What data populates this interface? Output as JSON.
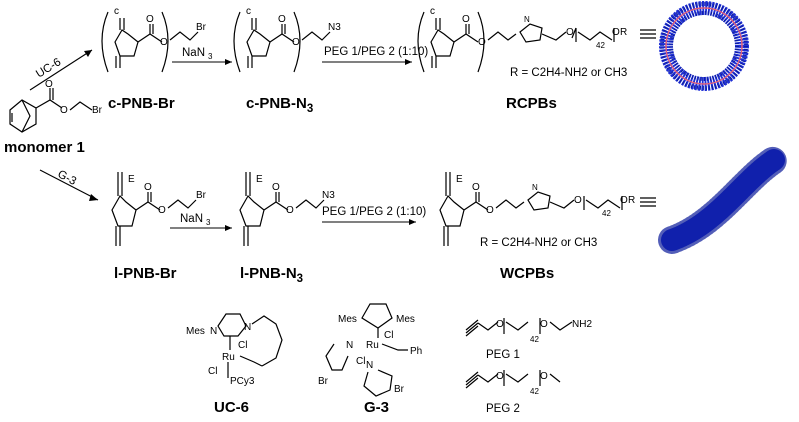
{
  "compounds": {
    "monomer": "monomer 1",
    "c_pnb_br": "c-PNB-Br",
    "c_pnb_n3": "c-PNB-N",
    "rcpbs": "RCPBs",
    "l_pnb_br": "l-PNB-Br",
    "l_pnb_n3": "l-PNB-N",
    "wcpbs": "WCPBs",
    "uc6": "UC-6",
    "g3": "G-3",
    "peg1": "PEG 1",
    "peg2": "PEG 2"
  },
  "subscript_3": "3",
  "reagents": {
    "uc6_arrow": "UC-6",
    "g3_arrow": "G-3",
    "nan3": "NaN",
    "peg_top": "PEG 1/PEG 2 (1:10)",
    "peg_bottom": "PEG 1/PEG 2 (1:10)"
  },
  "r_definition_top": "R = C2H4-NH2  or CH3",
  "r_definition_bottom": "R = C2H4-NH2  or CH3",
  "atoms": {
    "br": "Br",
    "n3": "N3",
    "o": "O",
    "n": "N",
    "nh2": "NH2",
    "r": "R",
    "c": "c",
    "e": "E",
    "mes": "Mes",
    "ru": "Ru",
    "cl": "Cl",
    "pcy3": "PCy3",
    "ph": "Ph",
    "peg_repeat": "42"
  },
  "colors": {
    "brush_blue": "#1f2fd6",
    "brush_dark": "#0a1a9a",
    "ring_core": "#e0607a"
  }
}
